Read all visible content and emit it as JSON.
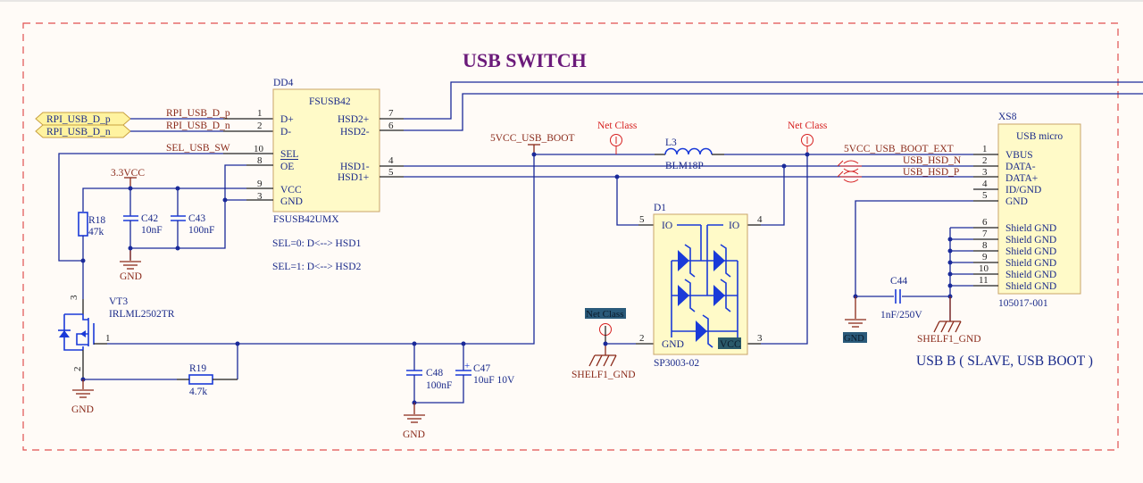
{
  "title": "USB SWITCH",
  "footer_note": "USB B ( SLAVE, USB BOOT )",
  "colors": {
    "wire": "#1a2a9a",
    "power": "#8a2a1a",
    "title": "#6b1a7a",
    "sheet_border": "#e05050",
    "chip_fill": "#fffac8",
    "net_class": "#d62020"
  },
  "ports": [
    {
      "label": "RPI_USB_D_p"
    },
    {
      "label": "RPI_USB_D_n"
    }
  ],
  "nets": {
    "rpi_dp": "RPI_USB_D_p",
    "rpi_dn": "RPI_USB_D_n",
    "sel": "SEL_USB_SW",
    "vcc33": "3.3VCC",
    "vcc5_boot": "5VCC_USB_BOOT",
    "vcc5_ext": "5VCC_USB_BOOT_EXT",
    "hsd_n": "USB_HSD_N",
    "hsd_p": "USB_HSD_P",
    "gnd": "GND",
    "shelf_gnd": "SHELF1_GND",
    "net_class": "Net Class"
  },
  "dd4": {
    "ref": "DD4",
    "name": "FSUSB42",
    "part": "FSUSB42UMX",
    "left_pins": [
      {
        "num": "1",
        "name": "D+"
      },
      {
        "num": "2",
        "name": "D-"
      },
      {
        "num": "10",
        "name": "SEL"
      },
      {
        "num": "8",
        "name": "OE"
      },
      {
        "num": "9",
        "name": "VCC"
      },
      {
        "num": "3",
        "name": "GND"
      }
    ],
    "right_pins": [
      {
        "num": "7",
        "name": "HSD2+"
      },
      {
        "num": "6",
        "name": "HSD2-"
      },
      {
        "num": "4",
        "name": "HSD1-"
      },
      {
        "num": "5",
        "name": "HSD1+"
      }
    ],
    "notes": [
      "SEL=0: D<--> HSD1",
      "SEL=1: D<--> HSD2"
    ]
  },
  "passives": {
    "r18": {
      "ref": "R18",
      "value": "47k"
    },
    "r19": {
      "ref": "R19",
      "value": "4.7k"
    },
    "c42": {
      "ref": "C42",
      "value": "10nF"
    },
    "c43": {
      "ref": "C43",
      "value": "100nF"
    },
    "c48": {
      "ref": "C48",
      "value": "100nF"
    },
    "c47": {
      "ref": "C47",
      "value": "10uF 10V"
    },
    "c44": {
      "ref": "C44",
      "value": "1nF/250V"
    },
    "l3": {
      "ref": "L3",
      "value": "BLM18P"
    }
  },
  "vt3": {
    "ref": "VT3",
    "part": "IRLML2502TR",
    "pins": [
      "3",
      "1",
      "2"
    ]
  },
  "d1": {
    "ref": "D1",
    "part": "SP3003-02",
    "pins": [
      {
        "num": "5",
        "name": "IO"
      },
      {
        "num": "4",
        "name": "IO"
      },
      {
        "num": "2",
        "name": "GND"
      },
      {
        "num": "3",
        "name": "VCC"
      }
    ]
  },
  "xs8": {
    "ref": "XS8",
    "name": "USB micro",
    "part": "105017-001",
    "pins": [
      {
        "num": "1",
        "name": "VBUS"
      },
      {
        "num": "2",
        "name": "DATA-"
      },
      {
        "num": "3",
        "name": "DATA+"
      },
      {
        "num": "4",
        "name": "ID/GND"
      },
      {
        "num": "5",
        "name": "GND"
      },
      {
        "num": "6",
        "name": "Shield GND"
      },
      {
        "num": "7",
        "name": "Shield GND"
      },
      {
        "num": "8",
        "name": "Shield GND"
      },
      {
        "num": "9",
        "name": "Shield GND"
      },
      {
        "num": "10",
        "name": "Shield GND"
      },
      {
        "num": "11",
        "name": "Shield GND"
      }
    ]
  }
}
